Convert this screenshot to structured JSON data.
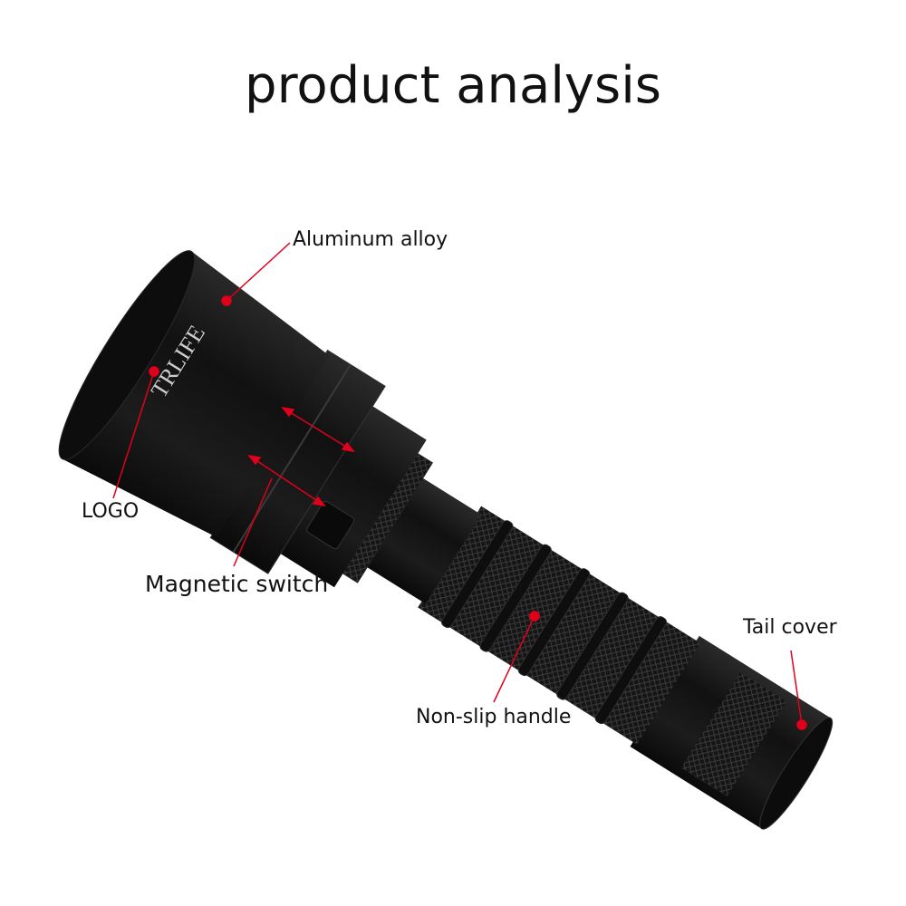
{
  "title": "product analysis",
  "product": {
    "logo_text": "TRLIFE"
  },
  "labels": {
    "aluminum": "Aluminum alloy",
    "logo": "LOGO",
    "switch": "Magnetic switch",
    "handle": "Non-slip handle",
    "tail": "Tail cover"
  },
  "colors": {
    "annotation": "#e0001b",
    "body": "#141414",
    "text": "#111111"
  }
}
